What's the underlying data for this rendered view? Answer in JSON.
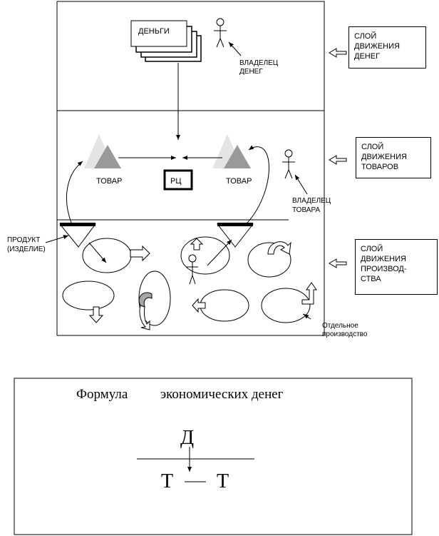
{
  "layers": {
    "money": {
      "line1": "СЛОЙ",
      "line2": "ДВИЖЕНИЯ",
      "line3": "ДЕНЕГ"
    },
    "goods": {
      "line1": "СЛОЙ",
      "line2": "ДВИЖЕНИЯ",
      "line3": "ТОВАРОВ"
    },
    "production": {
      "line1": "СЛОЙ",
      "line2": "ДВИЖЕНИЯ",
      "line3": "ПРОИЗВОД-",
      "line4": "СТВА"
    }
  },
  "money_layer": {
    "money_stack_label": "ДЕНЬГИ",
    "owner_label_1": "ВЛАДЕЛЕЦ",
    "owner_label_2": "ДЕНЕГ"
  },
  "goods_layer": {
    "goods_left": "ТОВАР",
    "goods_right": "ТОВАР",
    "center": "РЦ",
    "owner_label_1": "ВЛАДЕЛЕЦ",
    "owner_label_2": "ТОВАРА"
  },
  "production_layer": {
    "product_label_1": "ПРОДУКТ",
    "product_label_2": "(ИЗДЕЛИЕ)",
    "separate_label_1": "Отдельное",
    "separate_label_2": "производство"
  },
  "formula": {
    "title_part1": "Формула",
    "title_part2": "экономических денег",
    "top": "Д",
    "left": "Т",
    "right": "Т"
  },
  "colors": {
    "line": "#000000",
    "triangle_light": "#e4e4e4",
    "triangle_dark": "#999999",
    "curl_fill": "#a6a6a6"
  }
}
